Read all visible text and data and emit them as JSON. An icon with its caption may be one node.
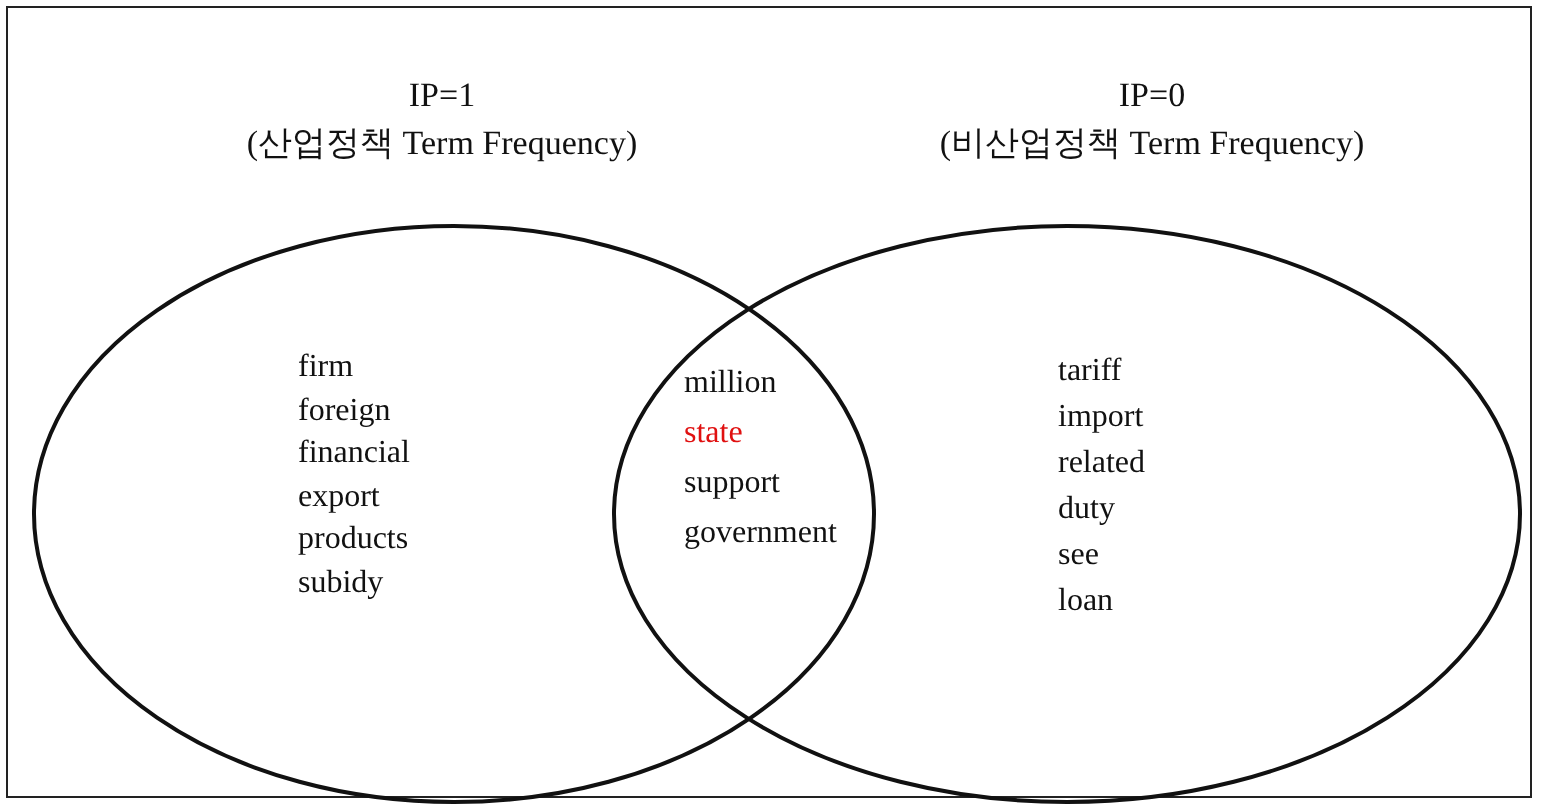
{
  "diagram": {
    "nodes": [
      {
        "text": [
          "IP=1",
          "(산업정책 Term Frequency)",
          "firm",
          "foreign",
          "financial",
          "export",
          "products",
          "subidy"
        ]
      },
      {
        "text": [
          "IP=0",
          "(비산업정책 Term Frequency)",
          "tariff",
          "import",
          "related",
          "duty",
          "see",
          "loan"
        ]
      }
    ],
    "edges": [],
    "labels": [
      "million",
      "state",
      "support",
      "government"
    ]
  }
}
